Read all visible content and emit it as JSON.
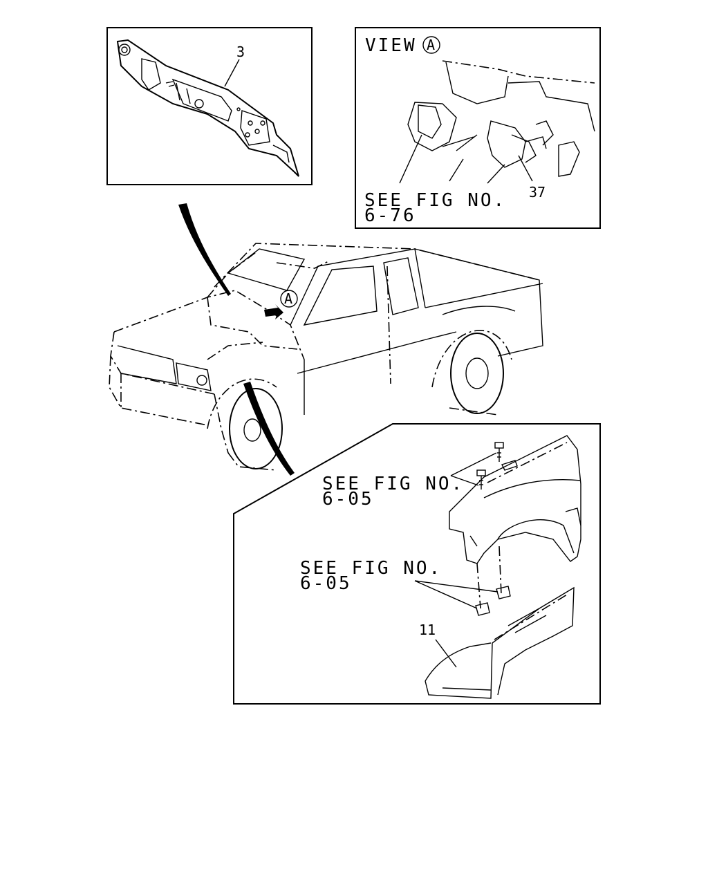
{
  "panels": {
    "top_left": {
      "callout": "3"
    },
    "view_a": {
      "title": "VIEW",
      "title_marker": "A",
      "see_fig_line1": "SEE FIG NO.",
      "see_fig_line2": "6-76",
      "callout": "37"
    },
    "truck": {
      "view_marker": "A"
    },
    "fender": {
      "see_fig_a_line1": "SEE FIG NO.",
      "see_fig_a_line2": "6-05",
      "see_fig_b_line1": "SEE FIG NO.",
      "see_fig_b_line2": "6-05",
      "callout": "11"
    }
  },
  "colors": {
    "ink": "#000000",
    "paper": "#ffffff"
  }
}
